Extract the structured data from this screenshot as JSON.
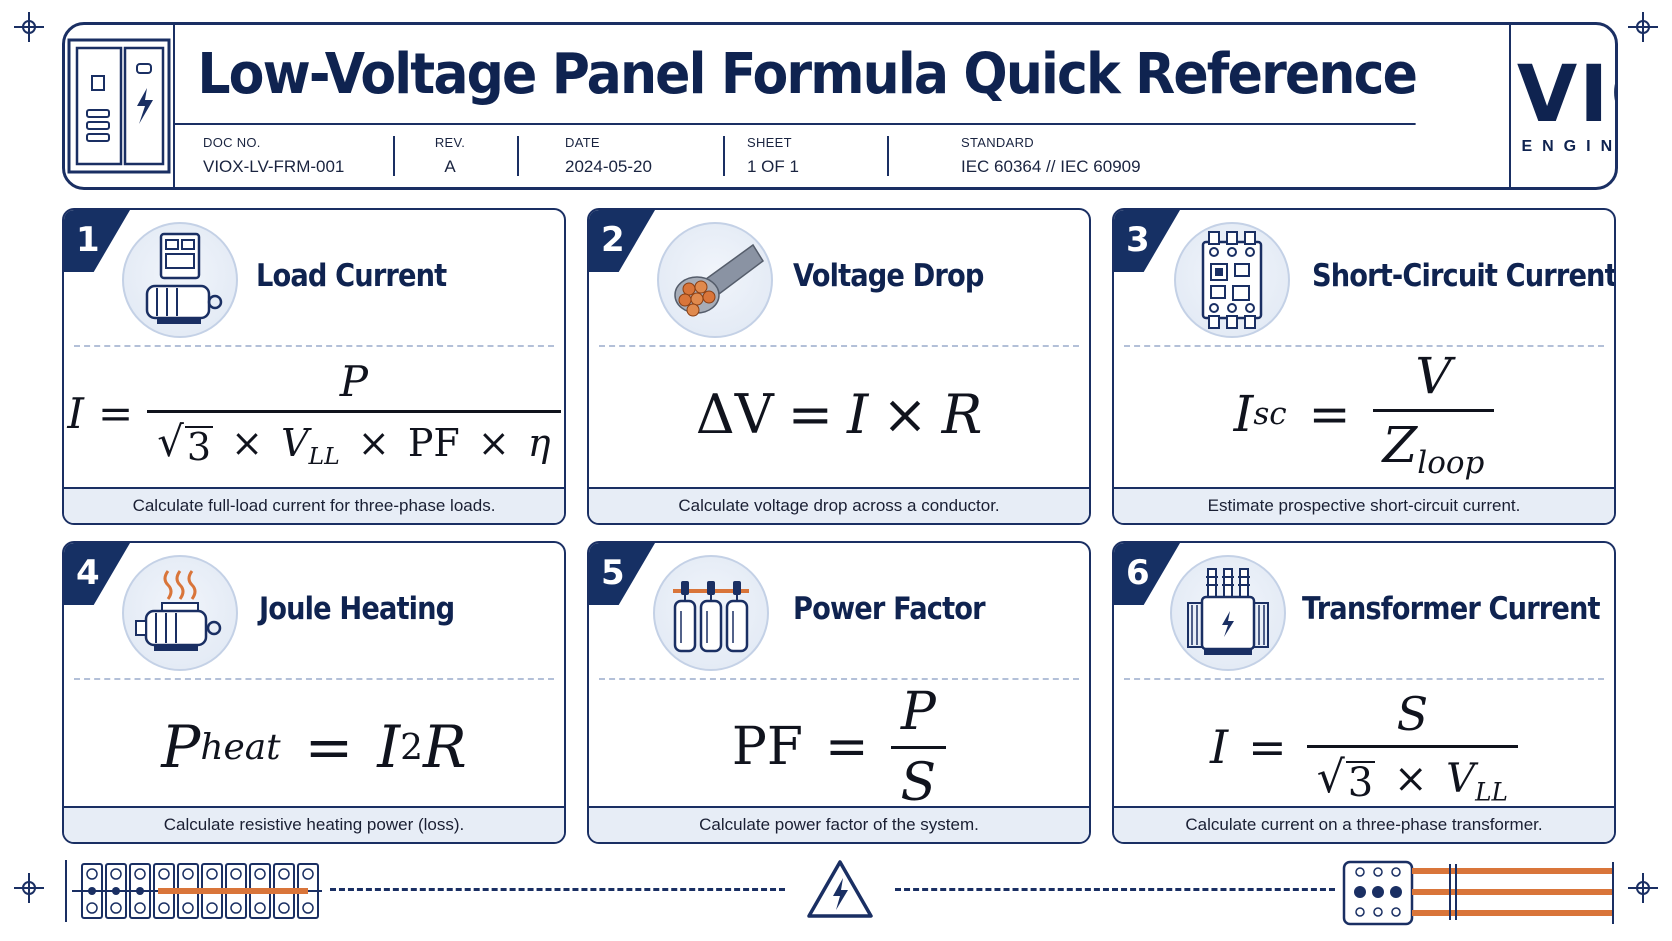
{
  "header": {
    "title": "Low-Voltage Panel Formula Quick Reference",
    "meta": [
      {
        "label": "DOC NO.",
        "value": "VIOX-LV-FRM-001"
      },
      {
        "label": "REV.",
        "value": "A"
      },
      {
        "label": "DATE",
        "value": "2024-05-20"
      },
      {
        "label": "SHEET",
        "value": "1 OF 1"
      },
      {
        "label": "STANDARD",
        "value": "IEC 60364 // IEC 60909"
      }
    ],
    "logo_main": "VIOX",
    "logo_sub": "ENGINEERING"
  },
  "cards": [
    {
      "num": "1",
      "title": "Load Current",
      "icon": "motor-with-drive-icon",
      "desc": "Calculate full-load current for three-phase loads."
    },
    {
      "num": "2",
      "title": "Voltage Drop",
      "icon": "copper-cable-icon",
      "desc": "Calculate voltage drop across a conductor."
    },
    {
      "num": "3",
      "title": "Short-Circuit Current",
      "icon": "circuit-breaker-icon",
      "desc": "Estimate prospective short-circuit current."
    },
    {
      "num": "4",
      "title": "Joule Heating",
      "icon": "heating-motor-icon",
      "desc": "Calculate resistive heating power (loss)."
    },
    {
      "num": "5",
      "title": "Power Factor",
      "icon": "capacitor-bank-icon",
      "desc": "Calculate power factor of the system."
    },
    {
      "num": "6",
      "title": "Transformer Current",
      "icon": "transformer-icon",
      "desc": "Calculate current on a three-phase transformer."
    }
  ],
  "formulas": {
    "f1": {
      "lhs": "I",
      "eq": "=",
      "num": "P",
      "sqrt": "3",
      "times": "×",
      "v": "V",
      "v_sub": "LL",
      "pf": "PF",
      "eta": "η"
    },
    "f2": {
      "dv": "ΔV",
      "eq": "=",
      "i": "I",
      "times": "×",
      "r": "R"
    },
    "f3": {
      "lhs": "I",
      "lhs_sub": "sc",
      "eq": "=",
      "num": "V",
      "den": "Z",
      "den_sub": "loop"
    },
    "f4": {
      "lhs": "P",
      "lhs_sub": "heat",
      "eq": "=",
      "i": "I",
      "sup": "2",
      "r": "R"
    },
    "f5": {
      "lhs": "PF",
      "eq": "=",
      "num": "P",
      "den": "S"
    },
    "f6": {
      "lhs": "I",
      "eq": "=",
      "num": "S",
      "sqrt": "3",
      "times": "×",
      "v": "V",
      "v_sub": "LL"
    }
  },
  "colors": {
    "navy": "#1a2f63",
    "copper": "#d9753a",
    "footer_bg": "#e7edf6"
  }
}
